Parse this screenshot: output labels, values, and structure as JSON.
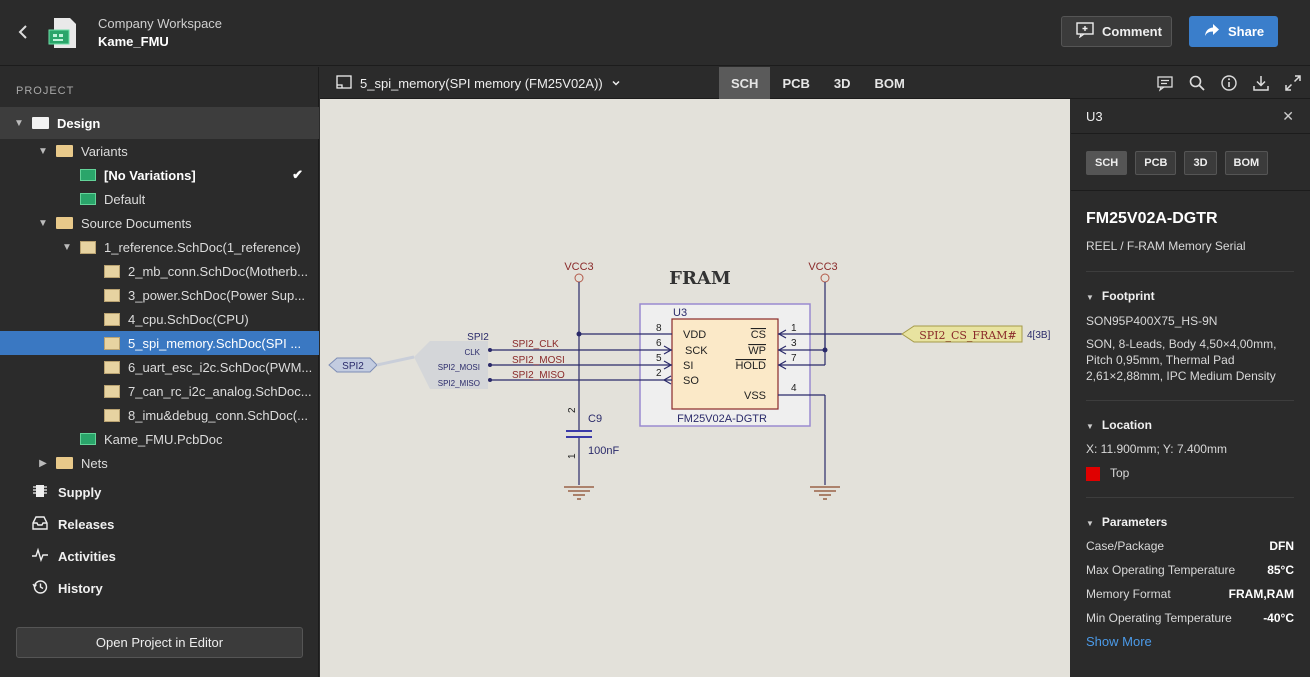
{
  "header": {
    "org": "Company Workspace",
    "project": "Kame_FMU",
    "comment_label": "Comment",
    "share_label": "Share"
  },
  "sidebar": {
    "section_title": "PROJECT",
    "tree": [
      {
        "label": "Design"
      },
      {
        "label": "Variants"
      },
      {
        "label": "[No Variations]"
      },
      {
        "label": "Default"
      },
      {
        "label": "Source Documents"
      },
      {
        "label": "1_reference.SchDoc(1_reference)"
      },
      {
        "label": "2_mb_conn.SchDoc(Motherb..."
      },
      {
        "label": "3_power.SchDoc(Power Sup..."
      },
      {
        "label": "4_cpu.SchDoc(CPU)"
      },
      {
        "label": "5_spi_memory.SchDoc(SPI ..."
      },
      {
        "label": "6_uart_esc_i2c.SchDoc(PWM..."
      },
      {
        "label": "7_can_rc_i2c_analog.SchDoc..."
      },
      {
        "label": "8_imu&debug_conn.SchDoc(..."
      },
      {
        "label": "Kame_FMU.PcbDoc"
      },
      {
        "label": "Nets"
      }
    ],
    "nav": [
      {
        "label": "Supply",
        "icon": "chip-icon"
      },
      {
        "label": "Releases",
        "icon": "inbox-icon"
      },
      {
        "label": "Activities",
        "icon": "pulse-icon"
      },
      {
        "label": "History",
        "icon": "history-icon"
      }
    ],
    "open_button": "Open Project in Editor"
  },
  "doc_toolbar": {
    "document": "5_spi_memory(SPI memory (FM25V02A))",
    "tabs": [
      "SCH",
      "PCB",
      "3D",
      "BOM"
    ],
    "active_tab": "SCH"
  },
  "schematic": {
    "title": "FRAM",
    "designator": "U3",
    "part": "FM25V02A-DGTR",
    "vcc_left": "VCC3",
    "vcc_right": "VCC3",
    "pins_left": [
      {
        "num": "8",
        "name": "VDD"
      },
      {
        "num": "6",
        "name": "SCK"
      },
      {
        "num": "5",
        "name": "SI"
      },
      {
        "num": "2",
        "name": "SO"
      }
    ],
    "pins_right": [
      {
        "num": "1",
        "name": "CS"
      },
      {
        "num": "3",
        "name": "WP"
      },
      {
        "num": "7",
        "name": "HOLD"
      },
      {
        "num": "4",
        "name": "VSS"
      }
    ],
    "bus_label": "SPI2",
    "bus_port": "SPI2",
    "bus_members": [
      "CLK",
      "SPI2_MOSI",
      "SPI2_MISO"
    ],
    "nets": [
      "SPI2_CLK",
      "SPI2_MOSI",
      "SPI2_MISO"
    ],
    "cs_port": "SPI2_CS_FRAM#",
    "cs_ref": "4[3B]",
    "cap_name": "C9",
    "cap_value": "100nF",
    "cap_pin_top": "2",
    "cap_pin_bottom": "1"
  },
  "right_panel": {
    "title": "U3",
    "tabs": [
      "SCH",
      "PCB",
      "3D",
      "BOM"
    ],
    "part_number": "FM25V02A-DGTR",
    "description": "REEL / F-RAM Memory Serial",
    "footprint_title": "Footprint",
    "footprint_name": "SON95P400X75_HS-9N",
    "footprint_desc": "SON, 8-Leads, Body 4,50×4,00mm, Pitch 0,95mm, Thermal Pad 2,61×2,88mm, IPC Medium Density",
    "location_title": "Location",
    "location": "X: 11.900mm; Y: 7.400mm",
    "layer": "Top",
    "layer_color": "#e00000",
    "parameters_title": "Parameters",
    "parameters": [
      {
        "name": "Case/Package",
        "value": "DFN"
      },
      {
        "name": "Max Operating Temperature",
        "value": "85°C"
      },
      {
        "name": "Memory Format",
        "value": "FRAM,RAM"
      },
      {
        "name": "Min Operating Temperature",
        "value": "-40°C"
      }
    ],
    "show_more": "Show More"
  }
}
